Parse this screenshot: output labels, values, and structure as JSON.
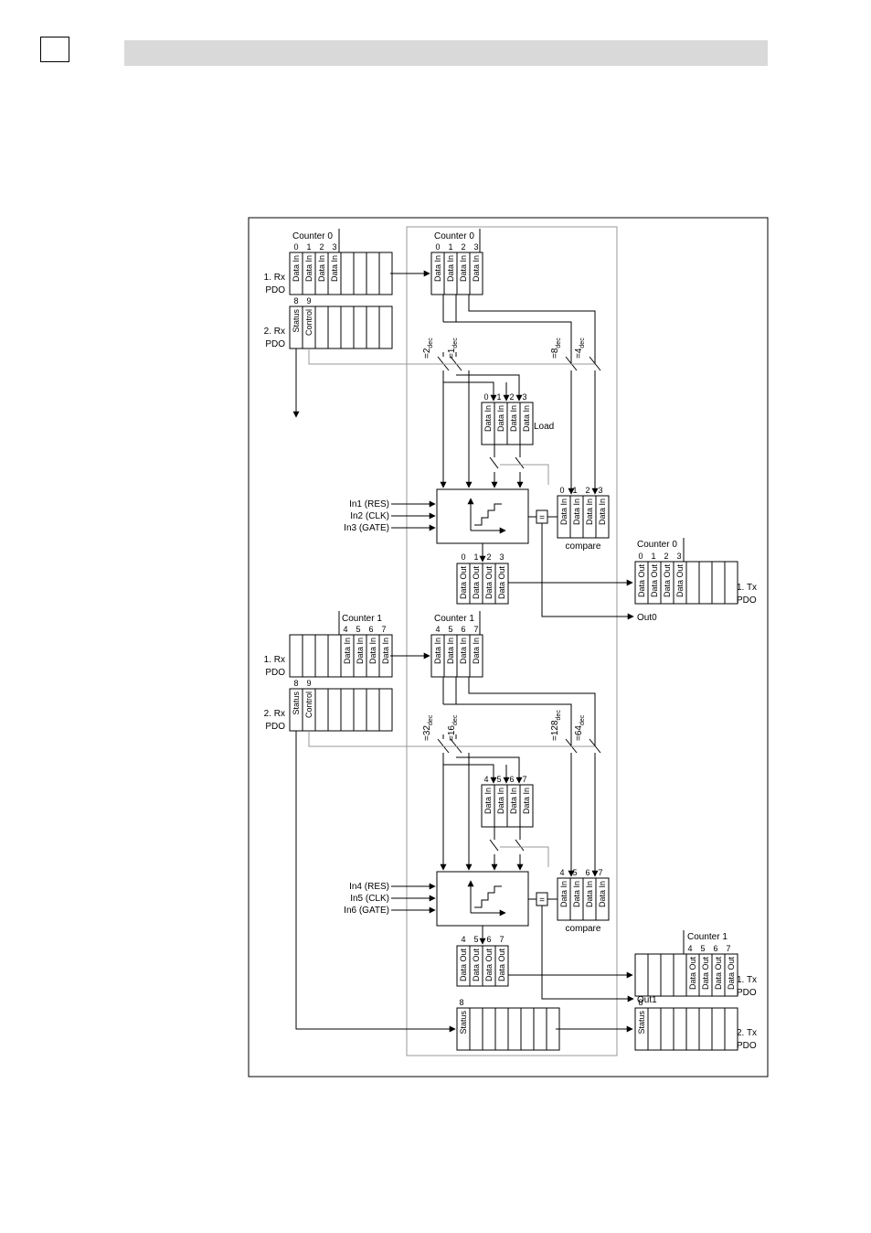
{
  "labels": {
    "counter0": "Counter 0",
    "counter1": "Counter 1",
    "rx1a": "1. Rx",
    "rx2a": "2. Rx",
    "pdo": "PDO",
    "tx1a": "1. Tx",
    "tx2a": "2. Tx",
    "data_in": "Data In",
    "data_out": "Data Out",
    "status": "Status",
    "control": "Control",
    "load": "Load",
    "compare": "compare",
    "eq": "=",
    "out0": "Out0",
    "out1": "Out1"
  },
  "inputs0": [
    "In1 (RES)",
    "In2 (CLK)",
    "In3 (GATE)"
  ],
  "inputs1": [
    "In4 (RES)",
    "In5 (CLK)",
    "In6 (GATE)"
  ],
  "idx0": [
    "0",
    "1",
    "2",
    "3"
  ],
  "idx1": [
    "4",
    "5",
    "6",
    "7"
  ],
  "idx_sc": [
    "8",
    "9"
  ],
  "idx_s": "8",
  "switches0": [
    {
      "main": "=2",
      "sub": "dec"
    },
    {
      "main": "=1",
      "sub": "dec"
    },
    {
      "main": "=8",
      "sub": "dec"
    },
    {
      "main": "=4",
      "sub": "dec"
    }
  ],
  "switches1": [
    {
      "main": "=32",
      "sub": "dec"
    },
    {
      "main": "=16",
      "sub": "dec"
    },
    {
      "main": "=128",
      "sub": "dec"
    },
    {
      "main": "=64",
      "sub": "dec"
    }
  ]
}
